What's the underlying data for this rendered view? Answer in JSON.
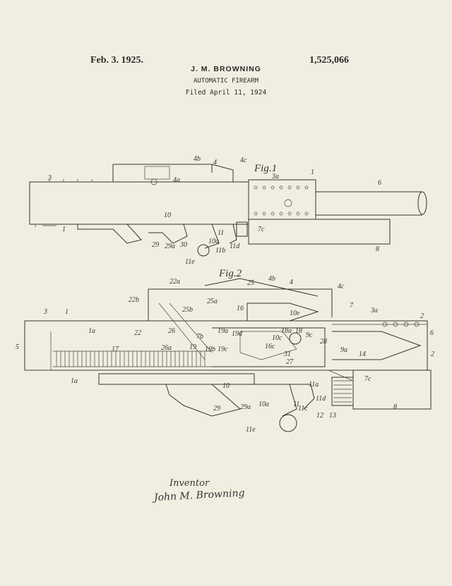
{
  "header": {
    "date": "Feb. 3. 1925.",
    "patent_number": "1,525,066",
    "inventor_name": "J. M. BROWNING",
    "title": "AUTOMATIC FIREARM",
    "filed": "Filed April 11, 1924"
  },
  "figures": [
    {
      "label": "Fig.1",
      "references": [
        "4b",
        "4",
        "4c",
        "4a",
        "3",
        "3a",
        "1",
        "6",
        "1",
        "10",
        "29",
        "29a",
        "30",
        "11",
        "10a",
        "11b",
        "11d",
        "7c",
        "8",
        "11e"
      ]
    },
    {
      "label": "Fig.2",
      "references": [
        "22a",
        "25",
        "4b",
        "4",
        "4c",
        "22b",
        "25b",
        "25a",
        "16",
        "10e",
        "7",
        "3a",
        "2",
        "3",
        "1",
        "1a",
        "19a",
        "19d",
        "18a",
        "18",
        "9c",
        "5",
        "22",
        "26",
        "7b",
        "19",
        "19b",
        "19c",
        "10c",
        "16c",
        "28",
        "6",
        "17",
        "26a",
        "27",
        "31",
        "9a",
        "14",
        "2",
        "1a",
        "10",
        "11a",
        "7c",
        "29",
        "29a",
        "10a",
        "11",
        "11c",
        "11d",
        "12",
        "13",
        "8",
        "11e"
      ]
    }
  ],
  "signature": {
    "label": "Inventor",
    "name": "John M. Browning"
  }
}
